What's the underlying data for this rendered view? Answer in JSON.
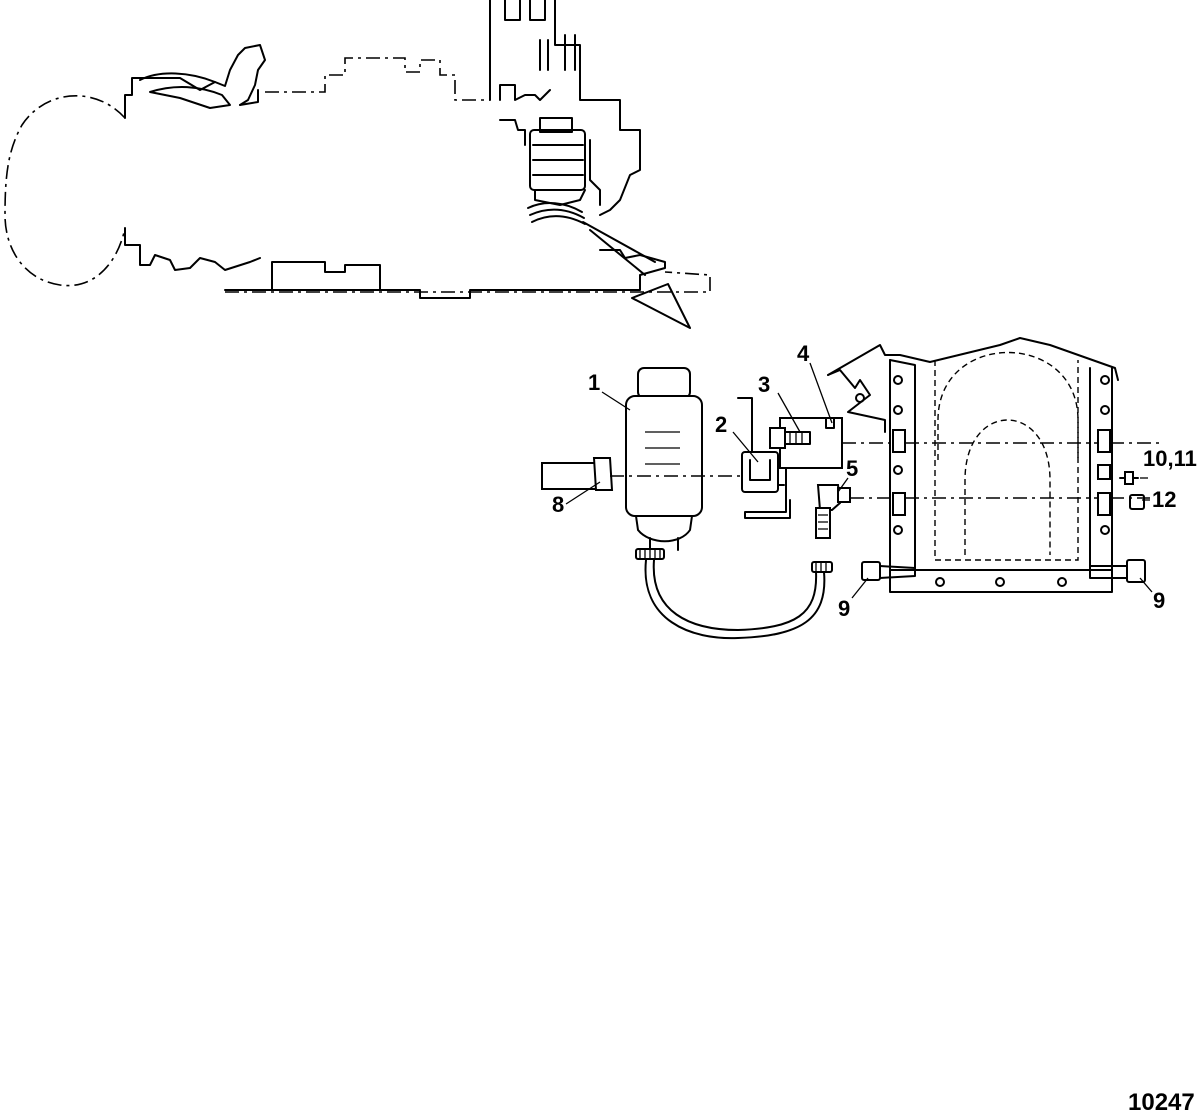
{
  "figure": {
    "number": "10247",
    "callouts": [
      {
        "id": "c1",
        "label": "1"
      },
      {
        "id": "c2",
        "label": "2"
      },
      {
        "id": "c3",
        "label": "3"
      },
      {
        "id": "c4",
        "label": "4"
      },
      {
        "id": "c5",
        "label": "5"
      },
      {
        "id": "c8",
        "label": "8"
      },
      {
        "id": "c9a",
        "label": "9"
      },
      {
        "id": "c9b",
        "label": "9"
      },
      {
        "id": "c10",
        "label": "10,11"
      },
      {
        "id": "c12",
        "label": "12"
      }
    ]
  }
}
